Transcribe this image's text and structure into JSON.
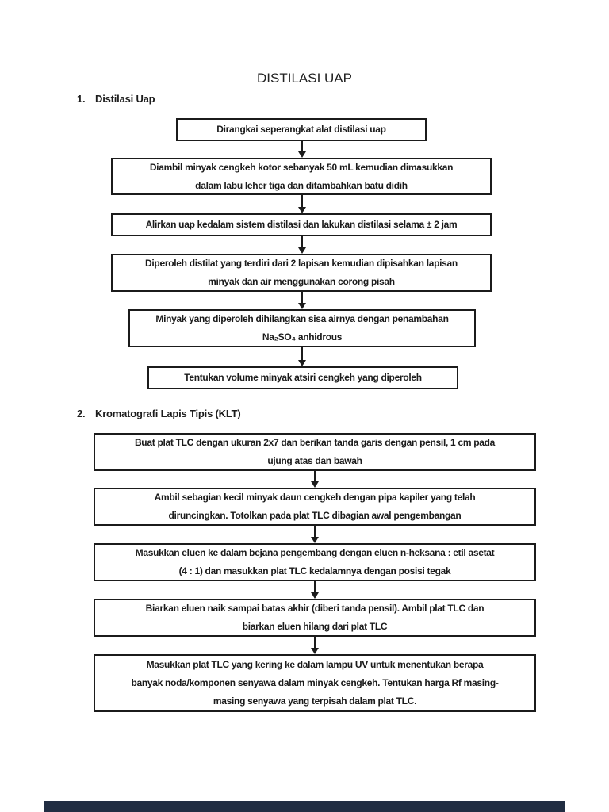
{
  "page": {
    "title": "DISTILASI UAP"
  },
  "colors": {
    "box_border": "#1b1b1b",
    "text": "#1c1c1c",
    "next_page_bar": "#212d42"
  },
  "sections": [
    {
      "number": "1.",
      "heading": "Distilasi Uap",
      "steps": [
        {
          "text": "Dirangkai seperangkat alat distilasi uap"
        },
        {
          "text": "Diambil minyak cengkeh kotor sebanyak 50 mL kemudian dimasukkan\ndalam labu leher tiga dan ditambahkan batu didih"
        },
        {
          "text": "Alirkan uap kedalam sistem distilasi dan lakukan distilasi selama ± 2 jam"
        },
        {
          "text": "Diperoleh distilat yang terdiri dari 2 lapisan kemudian dipisahkan lapisan\nminyak dan air menggunakan corong pisah"
        },
        {
          "text": "Minyak yang diperoleh dihilangkan sisa airnya dengan penambahan\nNa₂SO₄ anhidrous"
        },
        {
          "text": "Tentukan volume minyak atsiri cengkeh yang diperoleh"
        }
      ]
    },
    {
      "number": "2.",
      "heading": "Kromatografi Lapis Tipis (KLT)",
      "steps": [
        {
          "text": "Buat plat TLC dengan ukuran 2x7 dan berikan tanda garis dengan pensil, 1 cm pada\nujung atas dan bawah"
        },
        {
          "text": "Ambil sebagian kecil minyak daun cengkeh dengan pipa kapiler yang telah\ndiruncingkan. Totolkan pada plat TLC dibagian awal pengembangan"
        },
        {
          "text": "Masukkan eluen ke dalam bejana pengembang dengan eluen n-heksana : etil asetat\n(4 : 1) dan masukkan plat TLC kedalamnya dengan posisi tegak"
        },
        {
          "text": "Biarkan eluen naik sampai batas akhir (diberi tanda pensil). Ambil plat TLC dan\nbiarkan eluen hilang dari plat TLC"
        },
        {
          "text": "Masukkan plat TLC yang kering ke dalam lampu UV untuk menentukan berapa\nbanyak noda/komponen senyawa dalam minyak cengkeh. Tentukan harga Rf masing-\nmasing senyawa yang terpisah dalam plat TLC."
        }
      ]
    }
  ]
}
